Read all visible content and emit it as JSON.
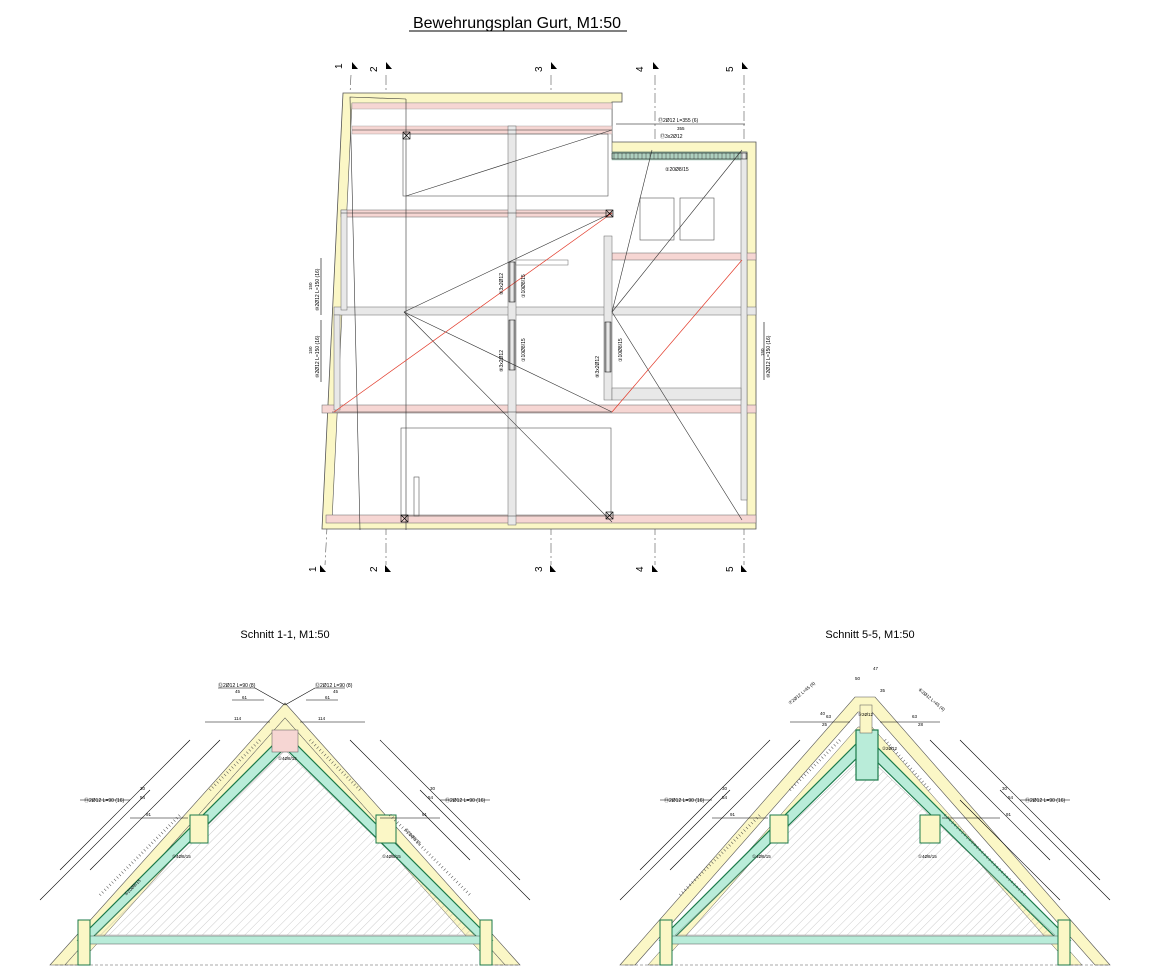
{
  "plan": {
    "title": "Bewehrungsplan Gurt, M1:50",
    "axes": [
      "1",
      "2",
      "3",
      "4",
      "5"
    ],
    "annotations": {
      "top_right_1": "⑰2Ø12 L=355 (6)",
      "top_right_dim": "355",
      "top_right_2": "⑰3x2Ø12",
      "top_right_3": "②20Ø8/15",
      "center_left_1": "⑨3x2Ø12",
      "center_left_2": "①10Ø8/15",
      "center_left_3": "⑨3x2Ø12",
      "center_left_4": "①10Ø8/15",
      "center_right_1": "⑨3x2Ø12",
      "center_right_2": "①10Ø8/15",
      "left_side_1": "⑩2Ø12 L=150 (16)",
      "left_side_dim_1": "150",
      "left_side_2": "⑩2Ø12 L=150 (16)",
      "left_side_dim_2": "150",
      "right_side_1": "⑩2Ø12 L=150 (16)",
      "right_side_dim_1": "150"
    }
  },
  "sections": [
    {
      "title": "Schnitt 1-1, M1:50",
      "labels": {
        "top_l": "⑫2Ø12 L=90 (8)",
        "top_r": "⑫2Ø12 L=90 (8)",
        "d45_l": "45",
        "d45_r": "45",
        "d61_l": "61",
        "d61_r": "61",
        "d114_l": "114",
        "d114_r": "114",
        "d91_l": "91",
        "d91_r": "91",
        "d54_l": "54",
        "d54_r": "54",
        "d30_l": "30",
        "d30_r": "30",
        "side_l": "⑪2Ø12 L=90 (16)",
        "side_r": "⑪2Ø12 L=90 (16)",
        "stir_l": "⑤20Ø8/15",
        "stir_r": "⑤20Ø8/15",
        "inner_l": "①4Ø8/15",
        "inner_r": "①4Ø8/15",
        "apex": "①4Ø8/15"
      }
    },
    {
      "title": "Schnitt 5-5, M1:50",
      "labels": {
        "top_l": "⑦2Ø12 L=45 (4)",
        "top_r": "⑥2Ø12 L=45 (4)",
        "d47": "47",
        "d50": "50",
        "d35": "35",
        "d40_l": "40",
        "d25_l": "25",
        "d28_r": "28",
        "d63_l": "63",
        "d63_r": "63",
        "d91_l": "91",
        "d91_r": "91",
        "d54_l": "54",
        "d54_r": "54",
        "d30_l": "30",
        "d30_r": "30",
        "side_l": "⑪2Ø12 L=90 (16)",
        "side_r": "⑪2Ø12 L=90 (16)",
        "apex": "⑤2Ø12",
        "apex_r": "②2Ø12",
        "inner_l": "①4Ø8/15",
        "inner_r": "①4Ø8/15"
      }
    }
  ],
  "colors": {
    "concrete": "#fbf7c6",
    "insulation": "#b9ecd9",
    "rebar": "#1b7a4a",
    "red": "#e23b2b",
    "pink": "#f6d6d3"
  }
}
